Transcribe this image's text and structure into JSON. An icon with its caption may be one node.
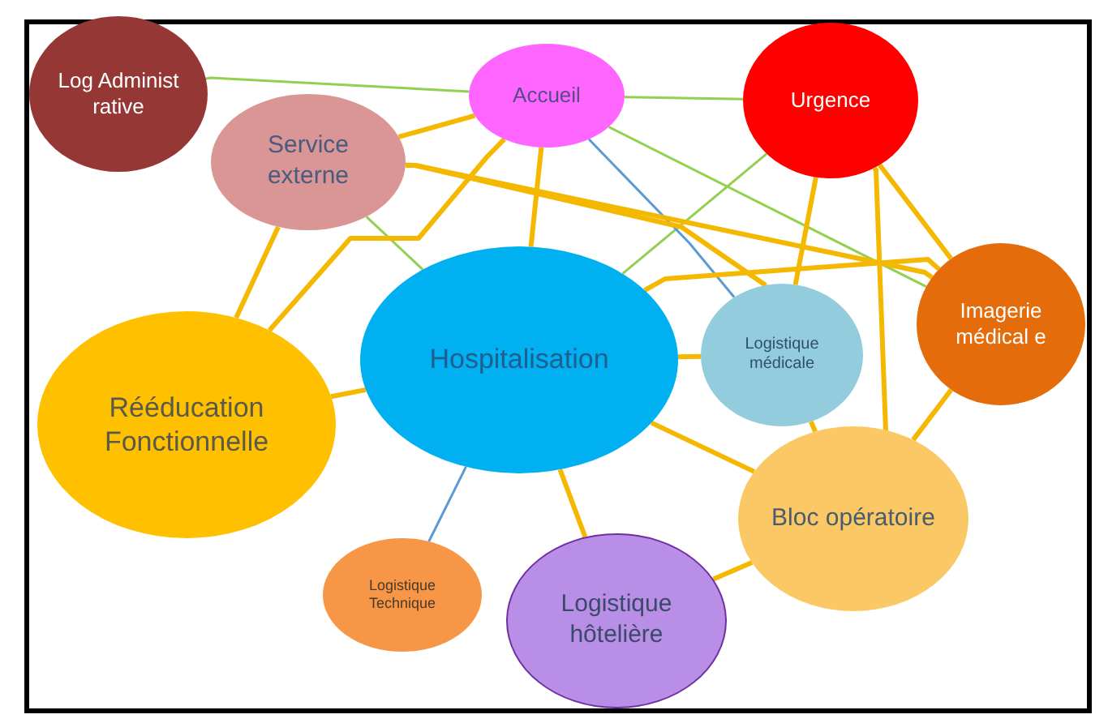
{
  "diagram": {
    "nodes": [
      {
        "text": [
          "Log Administ rative"
        ]
      },
      {
        "text": [
          "Accueil"
        ]
      },
      {
        "text": [
          "Urgence"
        ]
      },
      {
        "text": [
          "Service externe"
        ]
      },
      {
        "text": [
          "Imagerie médical e"
        ]
      },
      {
        "text": [
          "Hospitalisation"
        ]
      },
      {
        "text": [
          "Logistique médicale"
        ]
      },
      {
        "text": [
          "Rééducation Fonctionnelle"
        ]
      },
      {
        "text": [
          "Bloc opératoire"
        ]
      },
      {
        "text": [
          "Logistique Technique"
        ]
      },
      {
        "text": [
          "Logistique hôtelière"
        ]
      }
    ],
    "edges": [
      {
        "from": 0,
        "to": 1,
        "arrow": "none",
        "color": "#92d050"
      },
      {
        "from": 1,
        "to": 2,
        "arrow": "none",
        "color": "#92d050"
      },
      {
        "from": 1,
        "to": 4,
        "arrow": "none",
        "color": "#92d050"
      },
      {
        "from": 2,
        "to": 5,
        "arrow": "none",
        "color": "#92d050"
      },
      {
        "from": 3,
        "to": 5,
        "arrow": "none",
        "color": "#92d050"
      },
      {
        "from": 1,
        "to": 6,
        "arrow": "none",
        "color": "#5b9bd5"
      },
      {
        "from": 5,
        "to": 9,
        "arrow": "none",
        "color": "#5b9bd5"
      },
      {
        "from": 1,
        "to": 3,
        "arrow": "none"
      },
      {
        "from": 1,
        "to": 7,
        "arrow": "none"
      },
      {
        "from": 1,
        "to": 5,
        "arrow": "none"
      },
      {
        "from": 3,
        "to": 4,
        "arrow": "none"
      },
      {
        "from": 3,
        "to": 6,
        "arrow": "none"
      },
      {
        "from": 3,
        "to": 7,
        "arrow": "none"
      },
      {
        "from": 2,
        "to": 6,
        "arrow": "none"
      },
      {
        "from": 2,
        "to": 8,
        "arrow": "none"
      },
      {
        "from": 2,
        "to": 4,
        "arrow": "none"
      },
      {
        "from": 5,
        "to": 4,
        "arrow": "none"
      },
      {
        "from": 5,
        "to": 6,
        "arrow": "none"
      },
      {
        "from": 5,
        "to": 7,
        "arrow": "none"
      },
      {
        "from": 5,
        "to": 8,
        "arrow": "none"
      },
      {
        "from": 5,
        "to": 10,
        "arrow": "none"
      },
      {
        "from": 6,
        "to": 8,
        "arrow": "none"
      },
      {
        "from": 4,
        "to": 8,
        "arrow": "none"
      },
      {
        "from": 8,
        "to": 10,
        "arrow": "none"
      }
    ]
  }
}
